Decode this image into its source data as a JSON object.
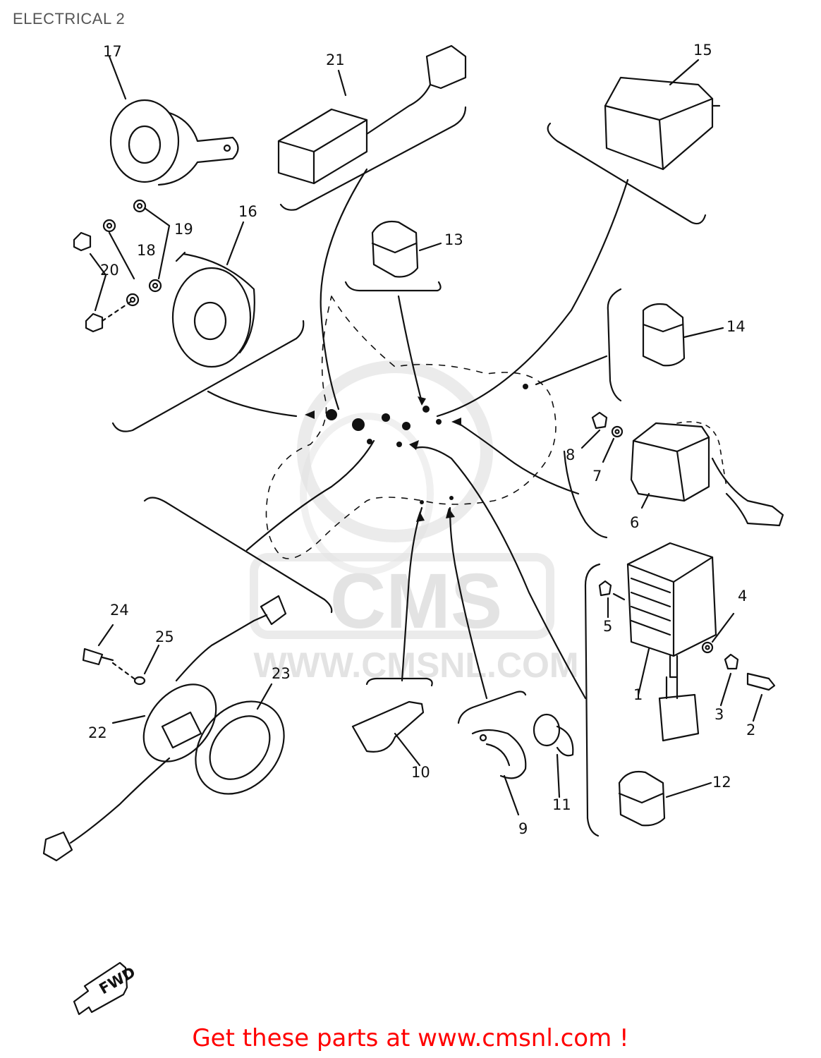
{
  "header": {
    "title": "ELECTRICAL 2"
  },
  "watermark": {
    "brand": "CMS",
    "url": "WWW.CMSNL.COM"
  },
  "footer": {
    "link_text": "Get these parts at www.cmsnl.com !"
  },
  "arrow": {
    "label": "FWD"
  },
  "parts": [
    {
      "id": "p1",
      "label": "1"
    },
    {
      "id": "p2",
      "label": "2"
    },
    {
      "id": "p3",
      "label": "3"
    },
    {
      "id": "p4",
      "label": "4"
    },
    {
      "id": "p5",
      "label": "5"
    },
    {
      "id": "p6",
      "label": "6"
    },
    {
      "id": "p7",
      "label": "7"
    },
    {
      "id": "p8",
      "label": "8"
    },
    {
      "id": "p9",
      "label": "9"
    },
    {
      "id": "p10",
      "label": "10"
    },
    {
      "id": "p11",
      "label": "11"
    },
    {
      "id": "p12",
      "label": "12"
    },
    {
      "id": "p13",
      "label": "13"
    },
    {
      "id": "p14",
      "label": "14"
    },
    {
      "id": "p15",
      "label": "15"
    },
    {
      "id": "p16",
      "label": "16"
    },
    {
      "id": "p17",
      "label": "17"
    },
    {
      "id": "p18",
      "label": "18"
    },
    {
      "id": "p19",
      "label": "19"
    },
    {
      "id": "p20",
      "label": "20"
    },
    {
      "id": "p21",
      "label": "21"
    },
    {
      "id": "p22",
      "label": "22"
    },
    {
      "id": "p23",
      "label": "23"
    },
    {
      "id": "p24",
      "label": "24"
    },
    {
      "id": "p25",
      "label": "25"
    }
  ],
  "colors": {
    "line": "#111111",
    "watermark": "#e6e6e6",
    "footer": "#ff0000",
    "title": "#555555"
  }
}
